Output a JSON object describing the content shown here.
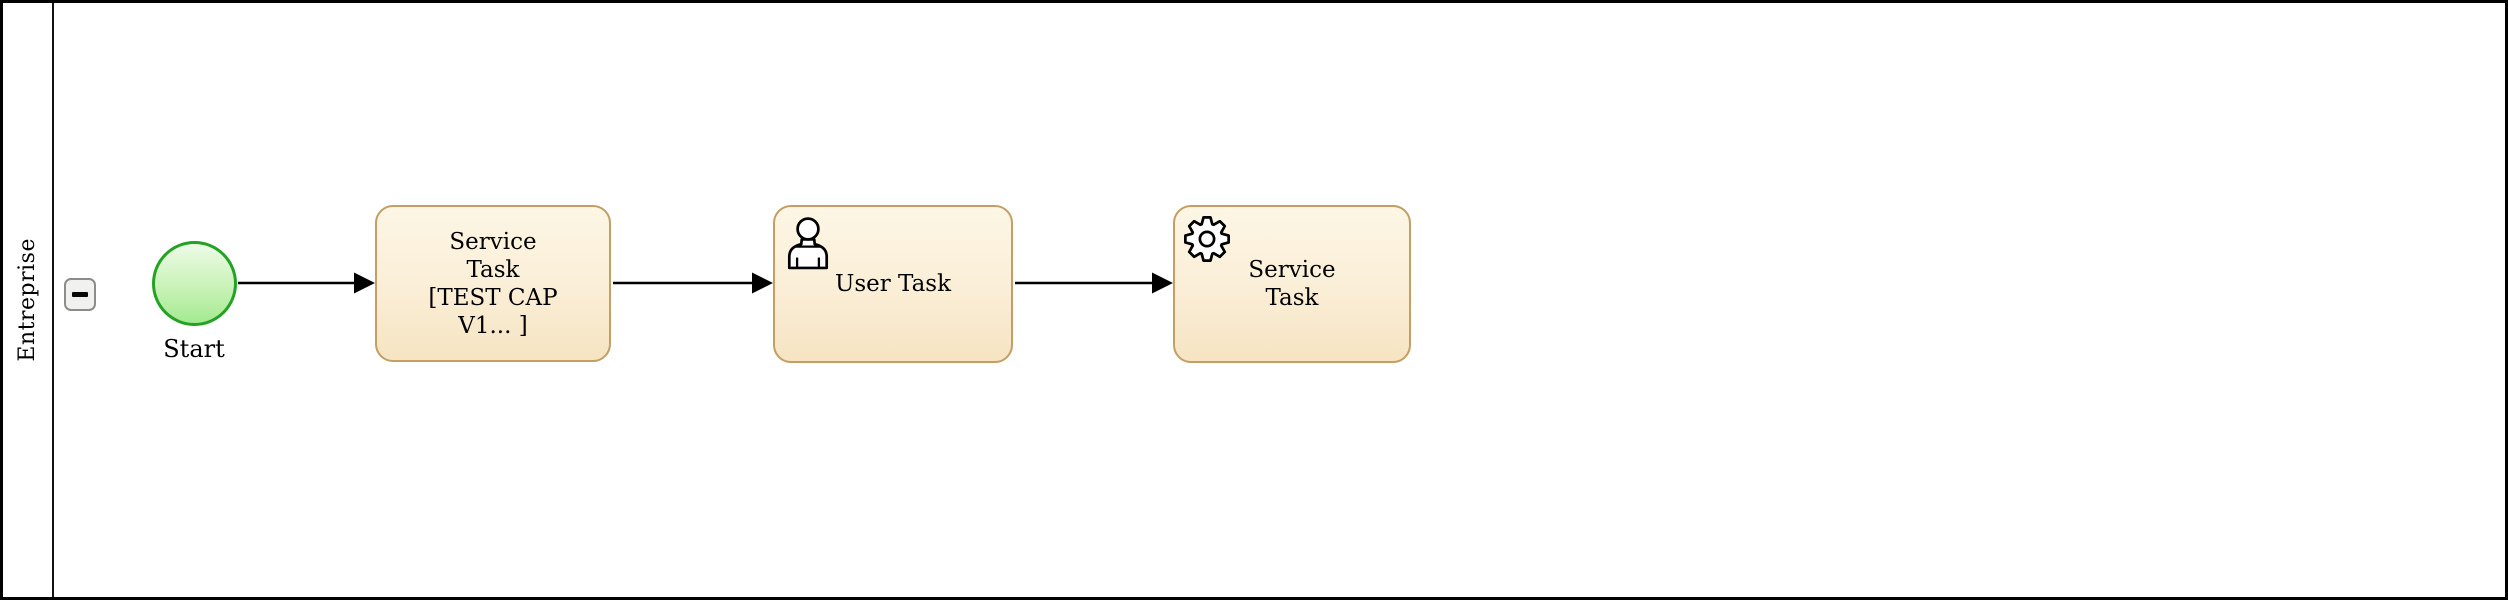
{
  "lane": {
    "label": "Entreprise",
    "collapse_icon": "minus-icon"
  },
  "nodes": {
    "start_event": {
      "type": "start-event",
      "label": "Start"
    },
    "service_task_1": {
      "type": "service-task",
      "lines": [
        "Service",
        "Task",
        "[TEST CAP",
        "V1... ]"
      ]
    },
    "user_task": {
      "type": "user-task",
      "icon": "user-icon",
      "label": "User Task"
    },
    "service_task_2": {
      "type": "service-task",
      "icon": "gear-icon",
      "lines": [
        "Service",
        "Task"
      ]
    }
  },
  "flows": [
    {
      "from": "start_event",
      "to": "service_task_1"
    },
    {
      "from": "service_task_1",
      "to": "user_task"
    },
    {
      "from": "user_task",
      "to": "service_task_2"
    }
  ],
  "colors": {
    "task_border": "#c49e62",
    "task_fill_top": "#fdf6e5",
    "task_fill_bottom": "#f6e4c2",
    "start_border": "#24a224",
    "start_fill_top": "#edfbe7",
    "start_fill_bottom": "#a4ea91",
    "flow_stroke": "#000000",
    "lane_background": "#ffffff",
    "collapse_button_border": "#8c8c8c",
    "collapse_button_fill": "#f1f1ee"
  }
}
